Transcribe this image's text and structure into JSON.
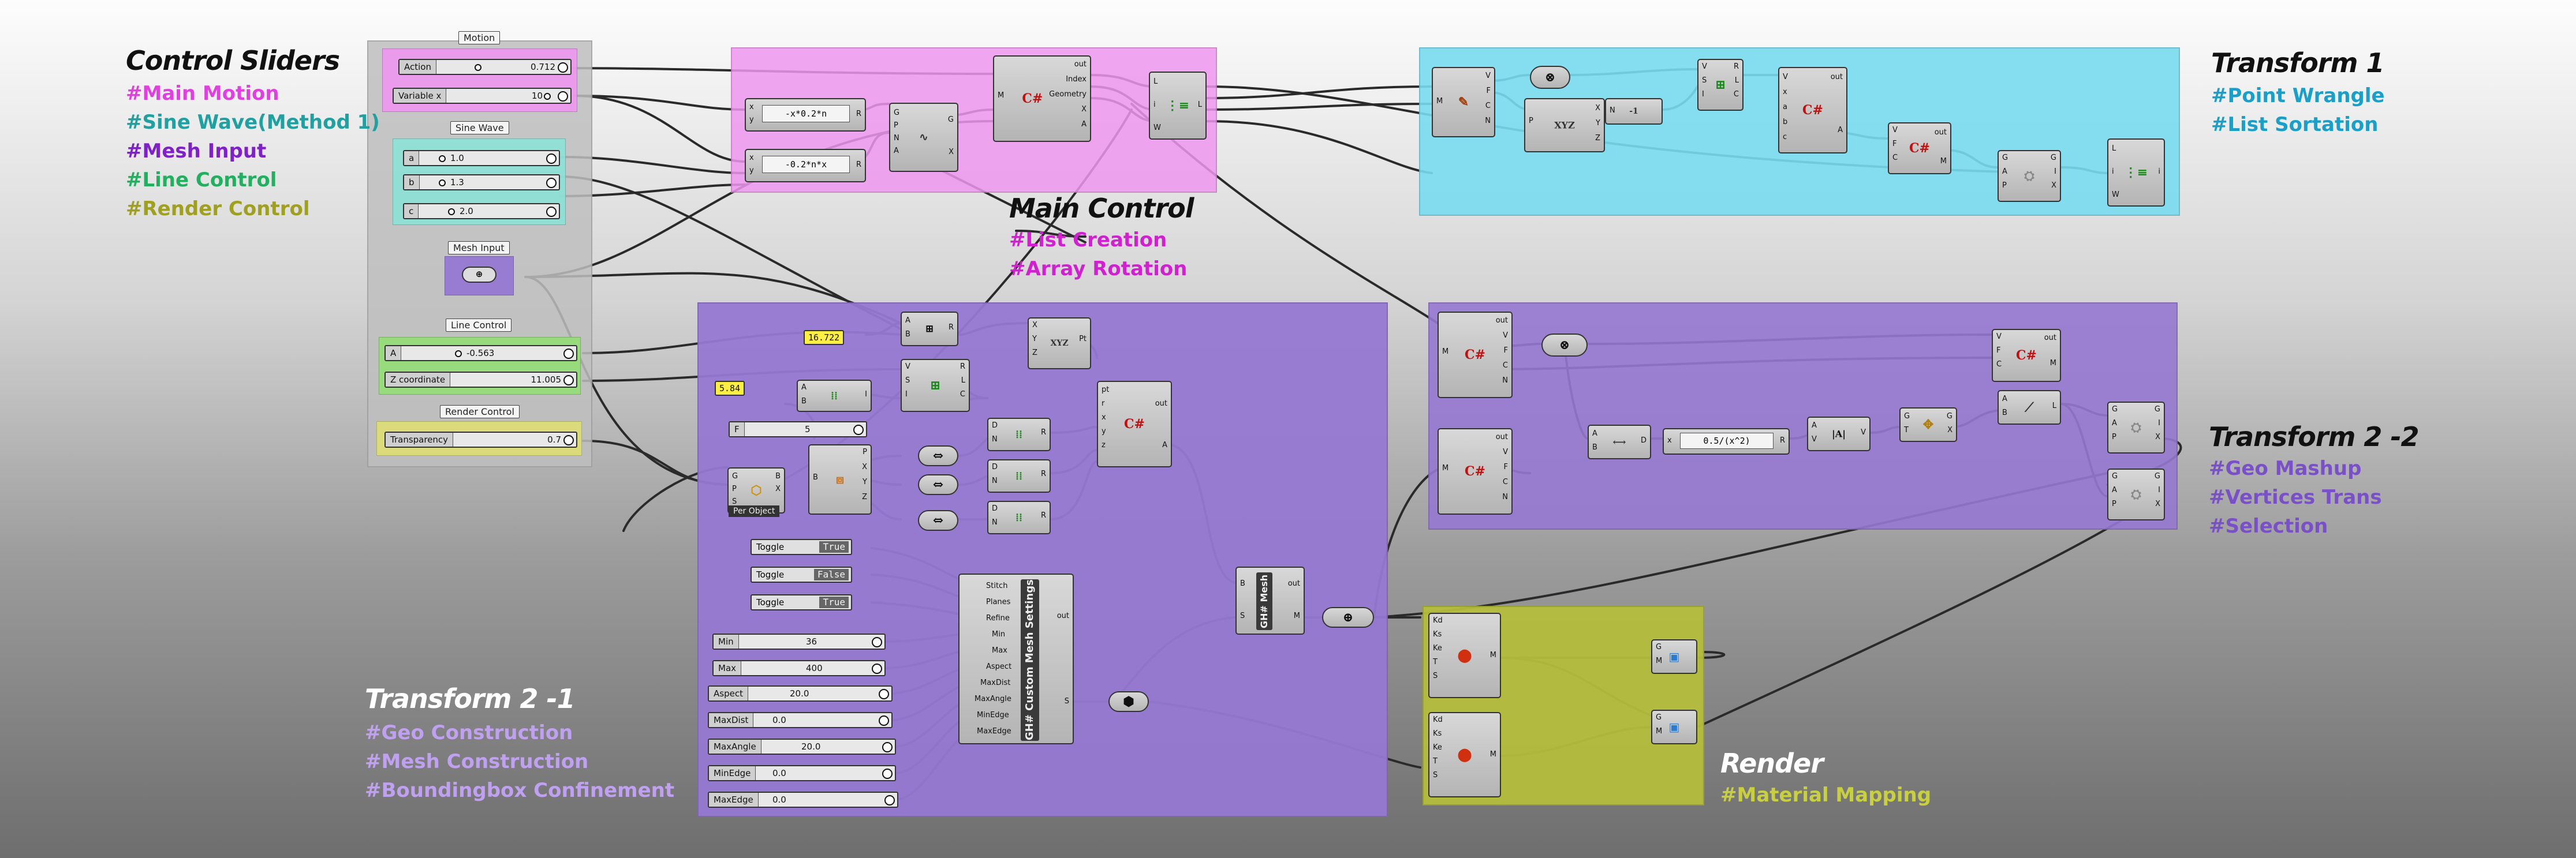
{
  "titles": {
    "control_sliders": "Control Sliders",
    "main_control": "Main Control",
    "transform1": "Transform 1",
    "transform2_2": "Transform 2 -2",
    "transform2_1": "Transform 2 -1",
    "render": "Render"
  },
  "tags": {
    "control": [
      "#Main Motion",
      "#Sine Wave(Method 1)",
      "#Mesh Input",
      "#Line Control",
      "#Render Control"
    ],
    "main": [
      "#List Creation",
      "#Array Rotation"
    ],
    "t1": [
      "#Point Wrangle",
      "#List Sortation"
    ],
    "t22": [
      "#Geo Mashup",
      "#Vertices Trans",
      "#Selection"
    ],
    "t21": [
      "#Geo Construction",
      "#Mesh Construction",
      "#Boundingbox Confinement"
    ],
    "render": [
      "#Material Mapping"
    ]
  },
  "colors": {
    "tag_main_motion": "#e040e0",
    "tag_sine": "#20a0a0",
    "tag_mesh": "#8020c8",
    "tag_line": "#20b060",
    "tag_render": "#a0a020",
    "tag_main": "#d020d0",
    "tag_t1": "#1aa0c8",
    "tag_t22": "#7a50c8",
    "tag_t21": "#b090e8",
    "tag_render_section": "#c8d040"
  },
  "group_labels": {
    "motion": "Motion",
    "sine": "Sine Wave",
    "mesh": "Mesh Input",
    "line": "Line Control",
    "render": "Render Control"
  },
  "sliders": {
    "action": {
      "label": "Action",
      "value": "0.712"
    },
    "variable_x": {
      "label": "Variable x",
      "value": "10"
    },
    "a": {
      "label": "a",
      "value": "1.0"
    },
    "b": {
      "label": "b",
      "value": "1.3"
    },
    "c": {
      "label": "c",
      "value": "2.0"
    },
    "line_a": {
      "label": "A",
      "value": "-0.563"
    },
    "z_coordinate": {
      "label": "Z coordinate",
      "value": "11.005"
    },
    "transparency": {
      "label": "Transparency",
      "value": "0.7"
    },
    "seg": {
      "label": "F",
      "value": "5"
    },
    "min": {
      "label": "Min",
      "value": "36"
    },
    "max": {
      "label": "Max",
      "value": "400"
    },
    "aspect": {
      "label": "Aspect",
      "value": "20.0"
    },
    "maxdist": {
      "label": "MaxDist",
      "value": "0.0"
    },
    "maxangle": {
      "label": "MaxAngle",
      "value": "20.0"
    },
    "minedge": {
      "label": "MinEdge",
      "value": "0.0"
    },
    "maxedge": {
      "label": "MaxEdge",
      "value": "0.0"
    }
  },
  "toggles": [
    {
      "label": "Toggle",
      "value": "True"
    },
    {
      "label": "Toggle",
      "value": "False"
    },
    {
      "label": "Toggle",
      "value": "True"
    }
  ],
  "panels": {
    "p1": "16.722",
    "p2": "5.84"
  },
  "expressions": {
    "e1": "-x*0.2*n",
    "e2": "-0.2*n*x",
    "e3": "0.5/(x^2)"
  },
  "components": {
    "csharp_main": {
      "inputs": [
        "M"
      ],
      "outputs": [
        "out",
        "Index",
        "Geometry",
        "X",
        "A"
      ]
    },
    "cmesh": {
      "title": "GH# Custom Mesh Settings",
      "inputs": [
        "Stitch",
        "Planes",
        "Refine",
        "Min",
        "Max",
        "Aspect",
        "MaxDist",
        "MaxAngle",
        "MinEdge",
        "MaxEdge"
      ],
      "outputs": [
        "out",
        "S"
      ]
    },
    "ghmesh": {
      "title": "GH# Mesh",
      "inputs": [
        "B",
        "S"
      ],
      "outputs": [
        "out",
        "M"
      ]
    },
    "per_object": "Per Object"
  }
}
